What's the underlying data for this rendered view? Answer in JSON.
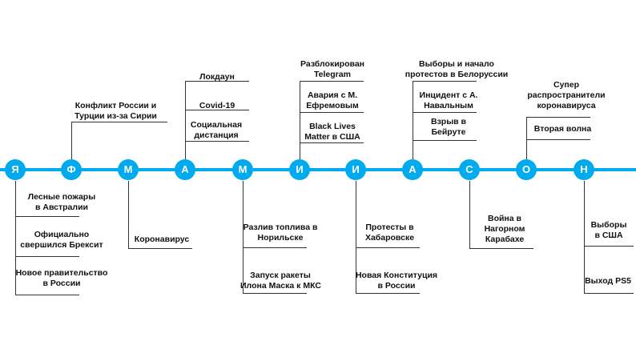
{
  "colors": {
    "timeline": "#00aaee",
    "circle": "#00aaee",
    "text": "#111111",
    "line": "#333333"
  },
  "months": [
    "Я",
    "Ф",
    "М",
    "А",
    "М",
    "И",
    "И",
    "А",
    "С",
    "О",
    "Н"
  ],
  "events": {
    "jan": [
      "Лесные пожары\nв Австралии",
      "Официально\nсвершился Брексит",
      "Новое правительство\nв России"
    ],
    "feb": [
      "Конфликт России и\nТурции из-за Сирии"
    ],
    "mar": [
      "Коронавирус"
    ],
    "apr": [
      "Локдаун",
      "Covid-19",
      "Социальная\nдистанция"
    ],
    "may": [
      "Разлив топлива в\nНорильске",
      "Запуск ракеты\nИлона Маска к МКС"
    ],
    "jun": [
      "Разблокирован\nTelegram",
      "Авария с М.\nЕфремовым",
      "Black Lives\nMatter в США"
    ],
    "jul": [
      "Протесты в\nХабаровске",
      "Новая Конституция\nв России"
    ],
    "aug": [
      "Выборы  и начало\nпротестов в Белоруссии",
      "Инцидент с А.\nНавальным",
      "Взрыв в\nБейруте"
    ],
    "sep": [
      "Война в\nНагорном\nКарабахе"
    ],
    "oct": [
      "Супер\nраспространители\nкоронавируса",
      "Вторая волна"
    ],
    "nov": [
      "Выборы\nв США",
      "Выход PS5"
    ]
  }
}
